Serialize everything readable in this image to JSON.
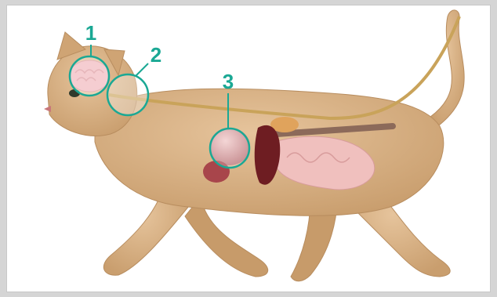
{
  "diagram": {
    "subject": "cat-anatomy",
    "callouts": [
      {
        "number": "1",
        "target": "brain"
      },
      {
        "number": "2",
        "target": "spinal-cord"
      },
      {
        "number": "3",
        "target": "stomach"
      }
    ],
    "colors": {
      "callout": "#1aa894",
      "fur": "#d9b083",
      "fur_shadow": "#c49a6c",
      "spine": "#c9a35a",
      "organ_dark": "#6e1d22",
      "organ_mid": "#a8454b",
      "organ_light": "#e9b0b0"
    }
  }
}
